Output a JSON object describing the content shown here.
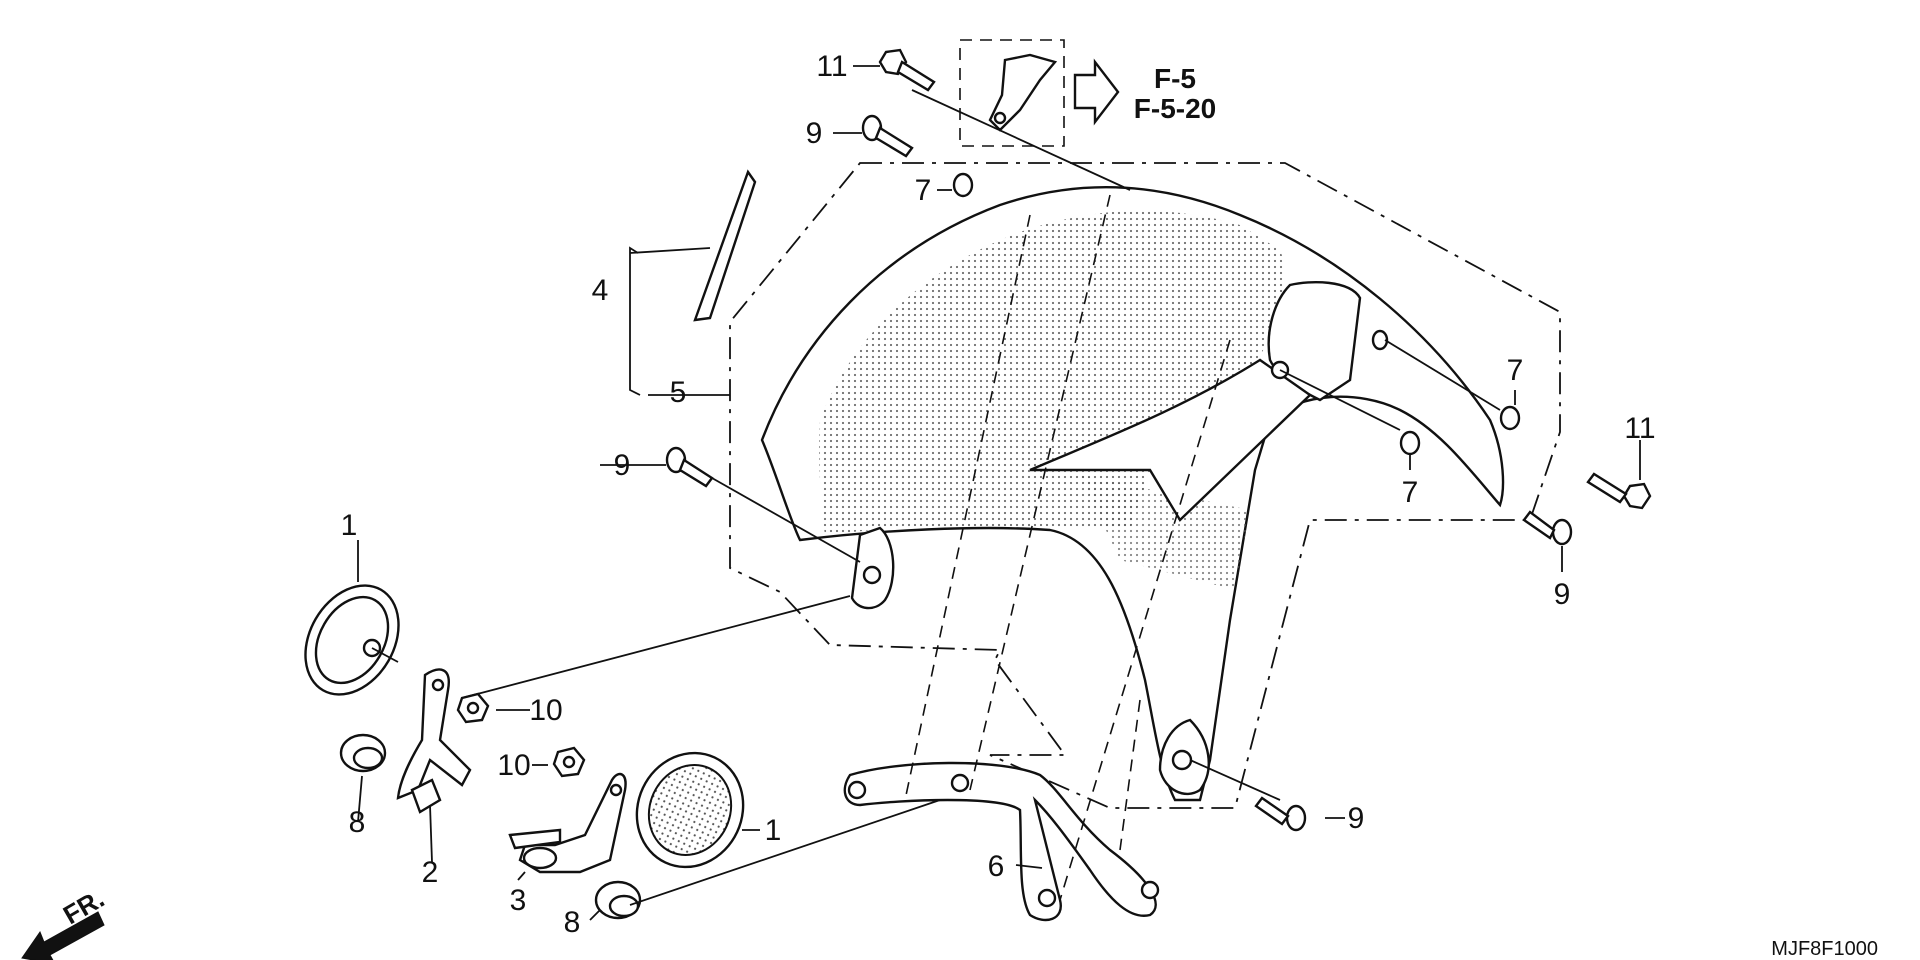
{
  "callouts": {
    "c1_top": "1",
    "c1_right": "1",
    "c2": "2",
    "c3": "3",
    "c4": "4",
    "c5": "5",
    "c6": "6",
    "c7_top": "7",
    "c7_right": "7",
    "c7_mid": "7",
    "c8_left": "8",
    "c8_bottom": "8",
    "c9_top": "9",
    "c9_left": "9",
    "c9_right": "9",
    "c9_bottom": "9",
    "c10_a": "10",
    "c10_b": "10",
    "c11_top": "11",
    "c11_right": "11"
  },
  "references": {
    "ref_a": "F-5",
    "ref_b": "F-5-20"
  },
  "front_indicator": "FR.",
  "diagram_code": "MJF8F1000"
}
